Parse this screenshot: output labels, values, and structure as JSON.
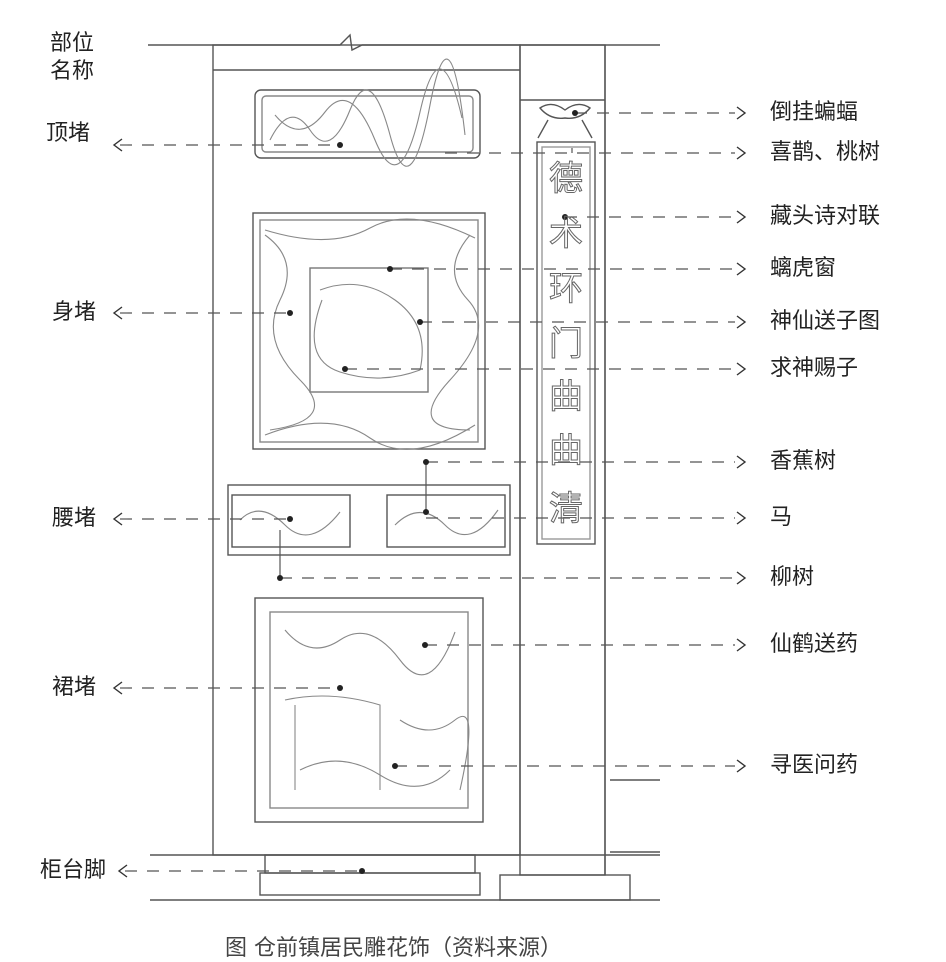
{
  "header": {
    "line1": "部位",
    "line2": "名称"
  },
  "left_labels": {
    "top": "顶堵",
    "body": "身堵",
    "waist": "腰堵",
    "skirt": "裙堵",
    "foot": "柜台脚"
  },
  "right_labels": [
    "倒挂蝙蝠",
    "喜鹊、桃树",
    "藏头诗对联",
    "螭虎窗",
    "神仙送子图",
    "求神赐子",
    "香蕉树",
    "马",
    "柳树",
    "仙鹤送药",
    "寻医问药"
  ],
  "couplet_chars": [
    "德",
    "术",
    "环",
    "门",
    "曲",
    "曲",
    "清"
  ],
  "caption": "图        仓前镇居民雕花饰（资料来源）",
  "colors": {
    "line": "#555555",
    "carve": "#888888"
  }
}
